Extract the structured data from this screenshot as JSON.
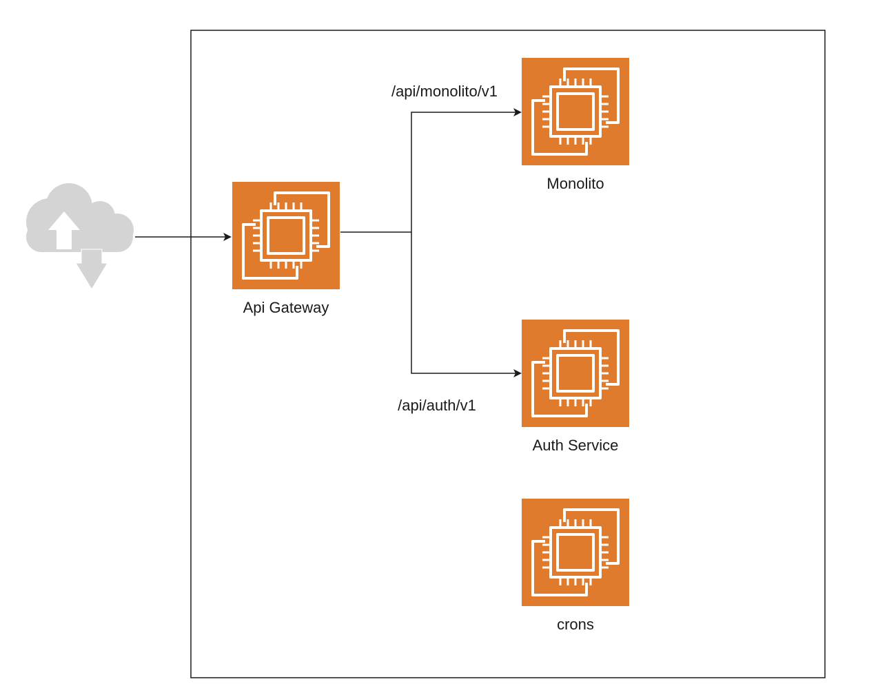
{
  "nodes": {
    "internet": {
      "icon": "cloud-upload-download-icon",
      "label": ""
    },
    "api_gateway": {
      "icon": "ec2-instance-icon",
      "label": "Api Gateway"
    },
    "monolito": {
      "icon": "ec2-instance-icon",
      "label": "Monolito"
    },
    "auth_service": {
      "icon": "ec2-instance-icon",
      "label": "Auth Service"
    },
    "crons": {
      "icon": "ec2-instance-icon",
      "label": "crons"
    }
  },
  "edges": [
    {
      "from": "internet",
      "to": "api_gateway",
      "label": ""
    },
    {
      "from": "api_gateway",
      "to": "monolito",
      "label": "/api/monolito/v1"
    },
    {
      "from": "api_gateway",
      "to": "auth_service",
      "label": "/api/auth/v1"
    }
  ],
  "colors": {
    "ec2_fill": "#E07B2E",
    "ec2_line": "#ffffff",
    "cloud_fill": "#D4D4D4",
    "edge_stroke": "#1a1a1a",
    "frame_stroke": "#1a1a1a"
  }
}
